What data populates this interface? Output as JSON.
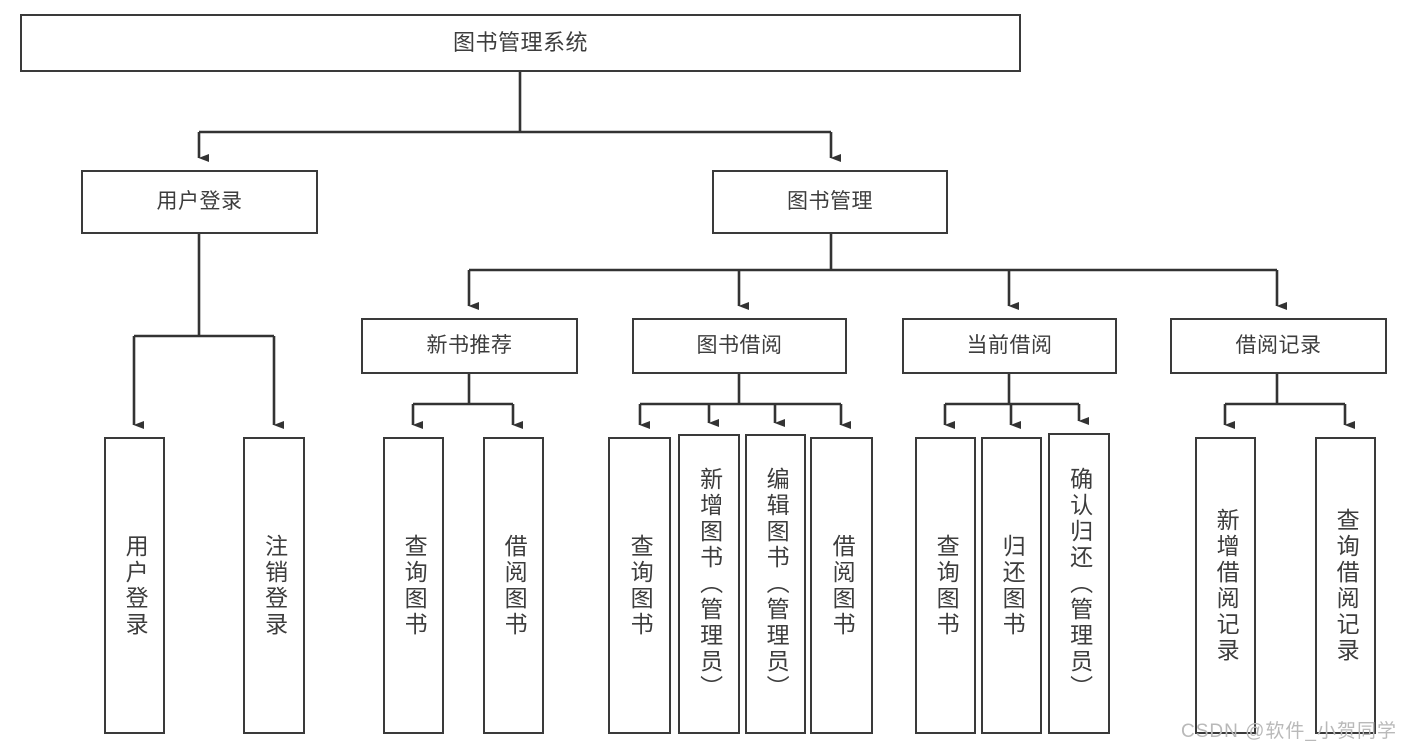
{
  "diagram": {
    "title": "图书管理系统",
    "type": "tree",
    "orientation": "top-down",
    "colors": {
      "box_border": "#3a3a3a",
      "box_fill": "#ffffff",
      "edge": "#333333",
      "text": "#3d3d3d",
      "watermark": "#b9b9b9",
      "background": "#ffffff"
    },
    "watermark": "CSDN @软件_小贺同学",
    "nodes": {
      "root": {
        "label": "图书管理系统"
      },
      "level2": [
        {
          "id": "user-login",
          "label": "用户登录"
        },
        {
          "id": "book-manage",
          "label": "图书管理"
        }
      ],
      "level3": [
        {
          "id": "new-book-recommend",
          "label": "新书推荐"
        },
        {
          "id": "book-borrow",
          "label": "图书借阅"
        },
        {
          "id": "current-borrow",
          "label": "当前借阅"
        },
        {
          "id": "borrow-record",
          "label": "借阅记录"
        }
      ],
      "leaves": {
        "user_login": [
          {
            "id": "leaf-user-login",
            "label": "用户登录"
          },
          {
            "id": "leaf-logout-login",
            "label": "注销登录"
          }
        ],
        "new_book_recommend": [
          {
            "id": "leaf-query-book-1",
            "label": "查询图书"
          },
          {
            "id": "leaf-borrow-book-1",
            "label": "借阅图书"
          }
        ],
        "book_borrow": [
          {
            "id": "leaf-query-book-2",
            "label": "查询图书"
          },
          {
            "id": "leaf-add-book",
            "label": "新增图书（管理员）"
          },
          {
            "id": "leaf-edit-book",
            "label": "编辑图书（管理员）"
          },
          {
            "id": "leaf-borrow-book-2",
            "label": "借阅图书"
          }
        ],
        "current_borrow": [
          {
            "id": "leaf-query-book-3",
            "label": "查询图书"
          },
          {
            "id": "leaf-return-book",
            "label": "归还图书"
          },
          {
            "id": "leaf-confirm-return",
            "label": "确认归还（管理员）"
          }
        ],
        "borrow_record": [
          {
            "id": "leaf-add-record",
            "label": "新增借阅记录"
          },
          {
            "id": "leaf-query-record",
            "label": "查询借阅记录"
          }
        ]
      }
    }
  }
}
